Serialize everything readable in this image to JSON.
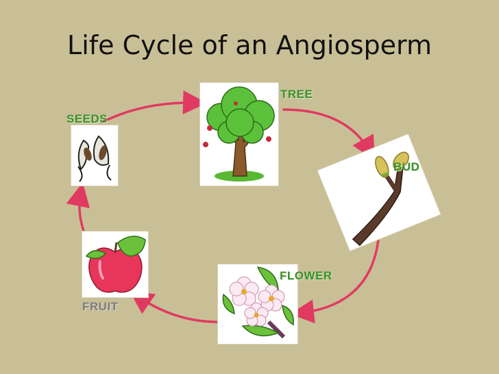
{
  "title": "Life Cycle of an Angiosperm",
  "stages": [
    {
      "label": "TREE",
      "image": "tree-icon"
    },
    {
      "label": "BUD",
      "image": "bud-icon"
    },
    {
      "label": "FLOWER",
      "image": "flower-icon"
    },
    {
      "label": "FRUIT",
      "image": "apple-icon"
    },
    {
      "label": "SEEDS",
      "image": "seeds-icon"
    }
  ],
  "colors": {
    "background": "#c9bf96",
    "arrow": "#e03a62",
    "label_green": "#3c8f2c",
    "label_grey": "#7b7b7b"
  }
}
